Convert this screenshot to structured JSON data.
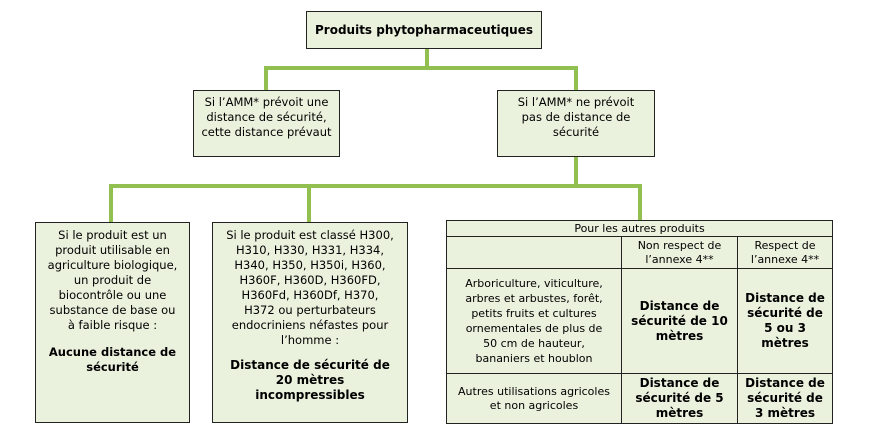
{
  "root": {
    "title": "Produits phytopharmaceutiques"
  },
  "level2": {
    "left": {
      "l1": "Si l’AMM* prévoit une",
      "l2": "distance de sécurité,",
      "l3": "cette distance prévaut"
    },
    "right": {
      "l1": "Si l’AMM* ne prévoit",
      "l2": "pas de distance de",
      "l3": "sécurité"
    }
  },
  "box_bio": {
    "lines": [
      "Si le produit est un",
      "produit utilisable en",
      "agriculture biologique,",
      "un produit de",
      "biocontrôle ou une",
      "substance de base ou",
      "à faible risque :"
    ],
    "result_l1": "Aucune distance de",
    "result_l2": "sécurité"
  },
  "box_h": {
    "lines": [
      "Si le produit est classé H300,",
      "H310, H330, H331, H334,",
      "H340, H350, H350i, H360,",
      "H360F, H360D, H360FD,",
      "H360Fd, H360Df, H370,",
      "H372 ou perturbateurs",
      "endocriniens néfastes pour",
      "l’homme :"
    ],
    "result_l1": "Distance de sécurité de",
    "result_l2": "20 mètres",
    "result_l3": "incompressibles"
  },
  "table": {
    "header": "Pour les autres produits",
    "col_non_l1": "Non respect de",
    "col_non_l2": "l’annexe 4**",
    "col_resp_l1": "Respect de",
    "col_resp_l2": "l’annexe 4**",
    "row1": {
      "lines": [
        "Arboriculture, viticulture,",
        "arbres et arbustes, forêt,",
        "petits fruits et cultures",
        "ornementales de plus de",
        "50 cm de hauteur,",
        "bananiers et houblon"
      ],
      "non_l1": "Distance de",
      "non_l2": "sécurité de 10",
      "non_l3": "mètres",
      "resp_l1": "Distance de",
      "resp_l2": "sécurité de",
      "resp_l3": "5 ou 3",
      "resp_l4": "mètres"
    },
    "row2": {
      "l1": "Autres utilisations agricoles",
      "l2": "et non agricoles",
      "non_l1": "Distance de",
      "non_l2": "sécurité de 5",
      "non_l3": "mètres",
      "resp_l1": "Distance de",
      "resp_l2": "sécurité de",
      "resp_l3": "3 mètres"
    }
  }
}
